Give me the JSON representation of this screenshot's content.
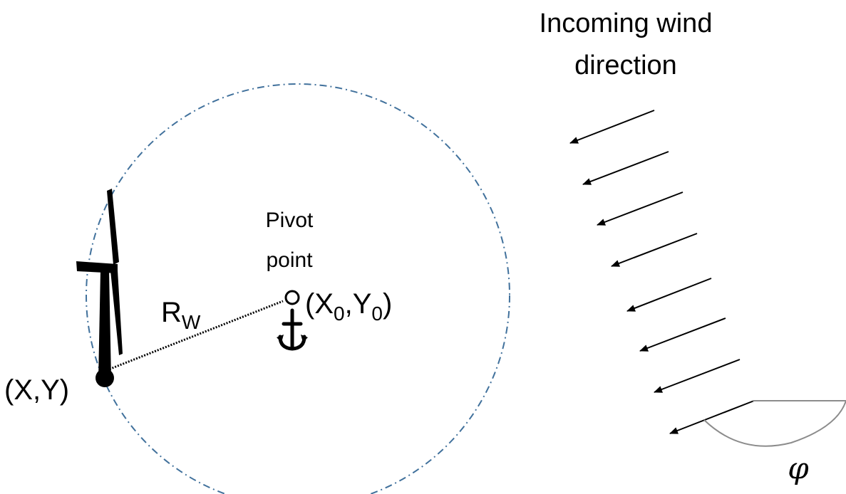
{
  "wind": {
    "title_line1": "Incoming wind",
    "title_line2": "direction",
    "angle_symbol": "φ"
  },
  "pivot": {
    "line1": "Pivot",
    "line2": "point"
  },
  "labels": {
    "radius_main": "R",
    "radius_sub": "W",
    "anchor_coord_open": "(X",
    "anchor_coord_sub_x": "0",
    "anchor_coord_mid": ",Y",
    "anchor_coord_sub_y": "0",
    "anchor_coord_close": ")",
    "turbine_coord": "(X,Y)"
  },
  "colors": {
    "circle": "#41719c",
    "ink": "#000000",
    "angle_arc": "#8c8c8c"
  },
  "icons": [
    "wind-turbine-icon",
    "anchor-icon",
    "wind-arrow-icon"
  ]
}
